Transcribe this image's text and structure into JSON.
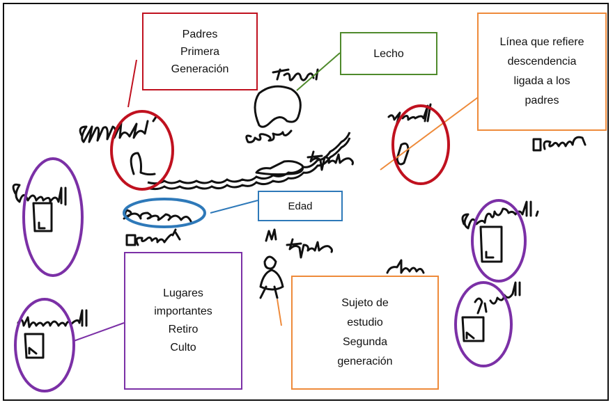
{
  "colors": {
    "parents": "#c0111f",
    "bed": "#4f8a2c",
    "line": "#ee8a3a",
    "age": "#2e79b9",
    "places": "#7b30a6",
    "subject": "#ee8a3a",
    "ink": "#111111"
  },
  "callouts": {
    "parents": [
      "Padres",
      "Primera",
      "Generación"
    ],
    "bed": [
      "Lecho"
    ],
    "line": [
      "Línea que refiere",
      "descendencia",
      "ligada a los",
      "padres"
    ],
    "age": [
      "Edad"
    ],
    "places": [
      "Lugares",
      "importantes",
      "Retiro",
      "Culto"
    ],
    "subject": [
      "Sujeto de",
      "estudio",
      "Segunda",
      "generación"
    ]
  },
  "glyph_icons": [
    "house-glyph-icon",
    "person-glyph-icon",
    "bed-glyph-icon"
  ]
}
